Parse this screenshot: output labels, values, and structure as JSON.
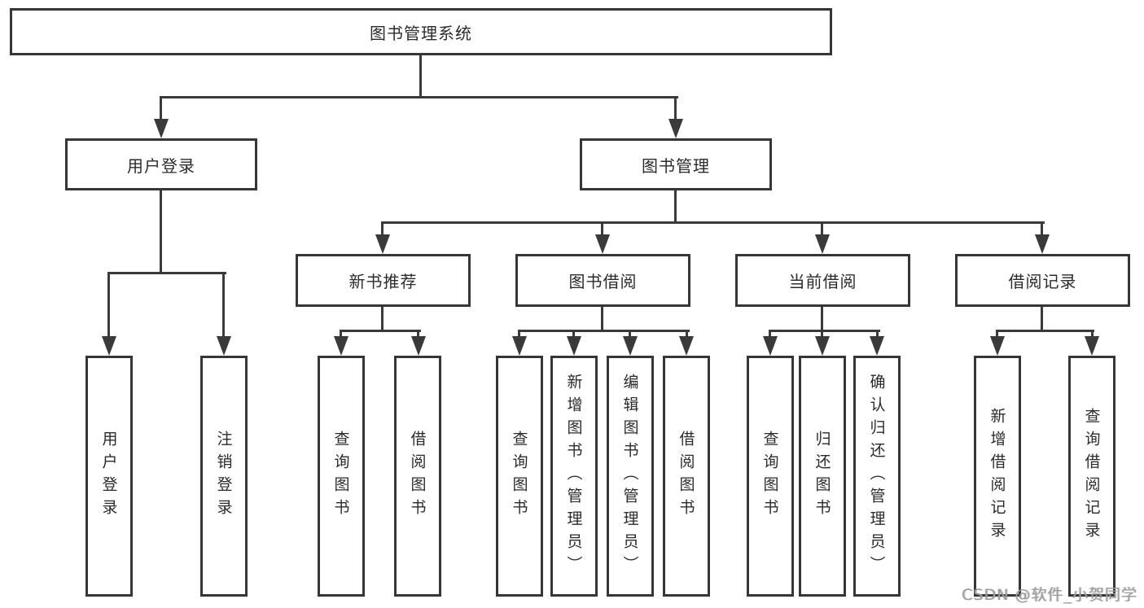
{
  "diagram": {
    "root": {
      "label": "图书管理系统"
    },
    "level2": [
      {
        "label": "用户登录"
      },
      {
        "label": "图书管理"
      }
    ],
    "level3": [
      {
        "label": "新书推荐"
      },
      {
        "label": "图书借阅"
      },
      {
        "label": "当前借阅"
      },
      {
        "label": "借阅记录"
      }
    ],
    "leaves": [
      {
        "label": "用户登录"
      },
      {
        "label": "注销登录"
      },
      {
        "label": "查询图书"
      },
      {
        "label": "借阅图书"
      },
      {
        "label": "查询图书"
      },
      {
        "label": "新增图书（管理员）"
      },
      {
        "label": "编辑图书（管理员）"
      },
      {
        "label": "借阅图书"
      },
      {
        "label": "查询图书"
      },
      {
        "label": "归还图书"
      },
      {
        "label": "确认归还（管理员）"
      },
      {
        "label": "新增借阅记录"
      },
      {
        "label": "查询借阅记录"
      }
    ]
  },
  "watermark": {
    "text": "CSDN @软件_小贺同学"
  },
  "colors": {
    "line": "#3a3a3a",
    "box_border": "#363636",
    "text": "#2b2b2b",
    "watermark": "#9c9c9c",
    "background": "#ffffff"
  }
}
